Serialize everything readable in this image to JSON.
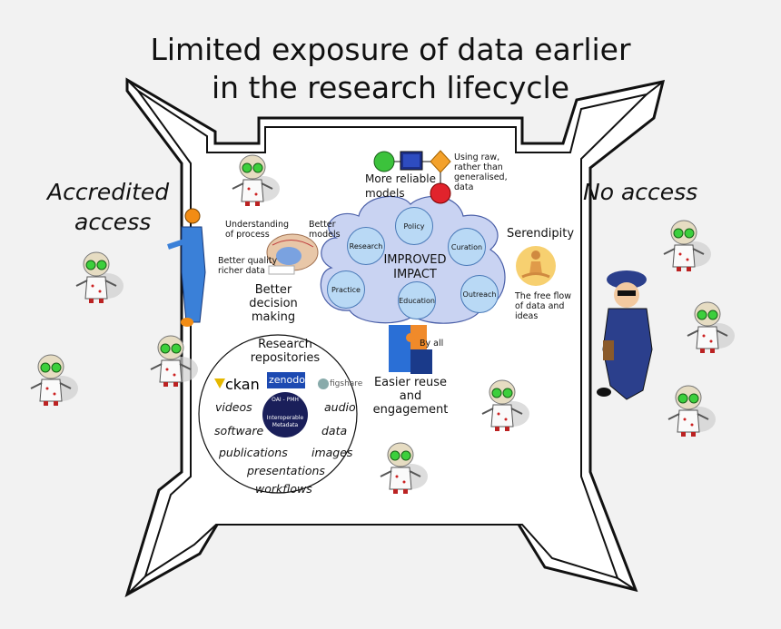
{
  "title": {
    "line1": "Limited exposure of data earlier",
    "line2": "in the research lifecycle"
  },
  "left_label": {
    "line1": "Accredited",
    "line2": "access"
  },
  "right_label": "No access",
  "reliable": {
    "label_line1": "More reliable",
    "label_line2": "models",
    "note": [
      "Using raw,",
      "rather than",
      "generalised,",
      "data"
    ]
  },
  "brain": {
    "understanding": [
      "Understanding",
      "of process"
    ],
    "better_models": [
      "Better",
      "models"
    ],
    "better_quality": [
      "Better quality",
      "richer data"
    ],
    "decision": [
      "Better decision",
      "making"
    ]
  },
  "cloud": {
    "center": [
      "IMPROVED",
      "IMPACT"
    ],
    "nodes": [
      "Policy",
      "Research",
      "Curation",
      "Practice",
      "Education",
      "Outreach"
    ]
  },
  "serendipity": {
    "title": "Serendipity",
    "note": [
      "The free flow",
      "of data and",
      "ideas"
    ]
  },
  "puzzle": {
    "by_all": "By all",
    "label": [
      "Easier reuse and",
      "engagement"
    ]
  },
  "repositories": {
    "title": [
      "Research",
      "repositories"
    ],
    "logos": [
      "ckan",
      "zenodo",
      "figshare"
    ],
    "oai": [
      "OAI - PMH",
      "Interoperable",
      "Metadata"
    ],
    "items": [
      "videos",
      "audio",
      "software",
      "data",
      "publications",
      "images",
      "presentations",
      "workflows"
    ]
  },
  "colors": {
    "frame": "#ffffff",
    "cloud": "#c9d3f2",
    "node": "#b9d9f5",
    "person": "#3a80d8",
    "officer": "#2b3f8c"
  }
}
